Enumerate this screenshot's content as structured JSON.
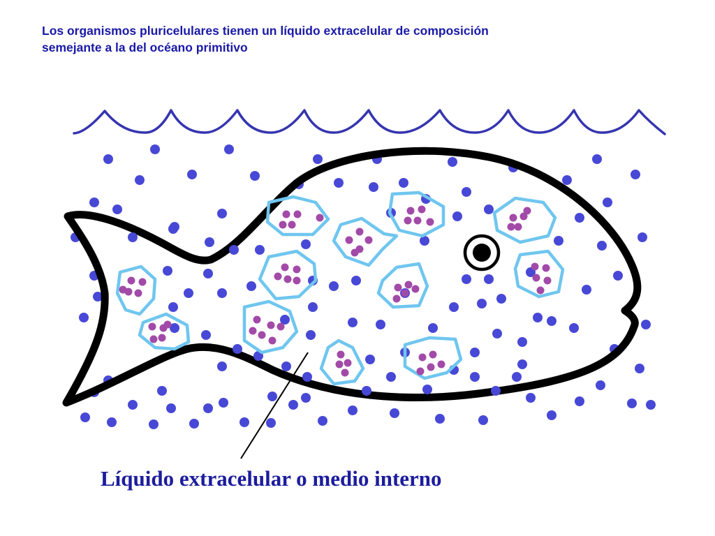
{
  "heading": {
    "line1": "Los organismos pluricelulares tienen un líquido extracelular de composición",
    "line2": "semejante a la del océano primitivo"
  },
  "caption": "Líquido extracelular o medio interno",
  "colors": {
    "heading_text": "#1a1aa6",
    "caption_text": "#1c1c9e",
    "water_line": "#3535b0",
    "sea_particle": "#4848d6",
    "fish_outline": "#000000",
    "cell_membrane": "#6fc6ef",
    "cell_particle": "#a24aa8"
  },
  "icons": {
    "fish": "fish-outline-icon",
    "eye": "fish-eye-icon",
    "wave": "water-surface-wave-icon",
    "cell": "cell-icon"
  }
}
